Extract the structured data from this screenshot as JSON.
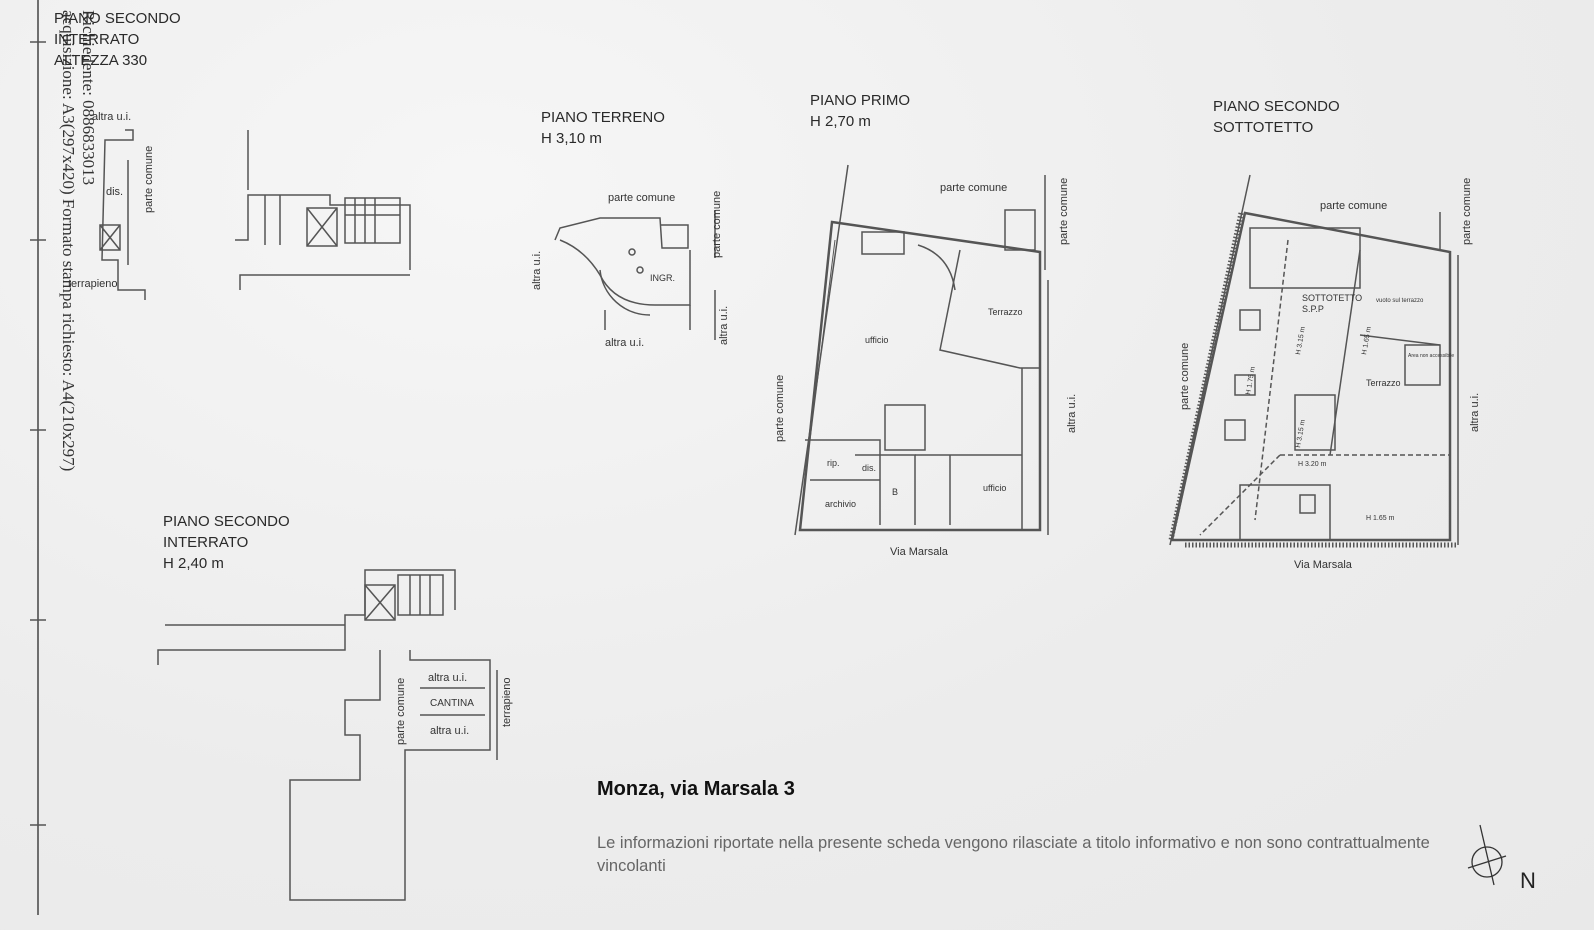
{
  "side_text": {
    "line1": "Richiedente: 0886833013",
    "line2": "acquisizione: A3(297x420)  Formato stampa richiesto: A4(210x297)"
  },
  "plans": {
    "top_left": {
      "title": "PIANO SECONDO\nINTERRATO\nALTEZZA 330",
      "labels": [
        "altra u.i.",
        "dis.",
        "parte comune",
        "terrapieno"
      ]
    },
    "terreno": {
      "title": "PIANO TERRENO\nH 3,10 m",
      "labels": [
        "parte comune",
        "parte comune",
        "altra u.i.",
        "INGR.",
        "altra u.i.",
        "altra u.i."
      ]
    },
    "primo": {
      "title": "PIANO PRIMO\nH 2,70 m",
      "labels": [
        "parte comune",
        "parte comune",
        "Terrazzo",
        "ufficio",
        "parte comune",
        "altra u.i.",
        "rip.",
        "dis.",
        "B",
        "ufficio",
        "archivio",
        "Via Marsala"
      ]
    },
    "sottotetto": {
      "title": "PIANO SECONDO\nSOTTOTETTO",
      "labels": [
        "parte comune",
        "parte comune",
        "SOTTOTETTO",
        "S.P.P",
        "vuoto sul terrazzo",
        "Terrazzo",
        "Area non accessibile",
        "parte comune",
        "altra u.i.",
        "H 3.15 m",
        "H 1.65 m",
        "H 1.75 m",
        "H 3.15 m",
        "H 3.20 m",
        "H 1.65 m",
        "Via Marsala"
      ]
    },
    "interrato": {
      "title": "PIANO SECONDO\nINTERRATO\nH 2,40 m",
      "labels": [
        "altra u.i.",
        "CANTINA",
        "altra u.i.",
        "parte comune",
        "terrapieno"
      ]
    }
  },
  "footer": {
    "title": "Monza, via Marsala 3",
    "disclaimer": "Le informazioni riportate nella presente scheda vengono rilasciate a titolo informativo e non sono contrattualmente vincolanti",
    "north_label": "N"
  }
}
